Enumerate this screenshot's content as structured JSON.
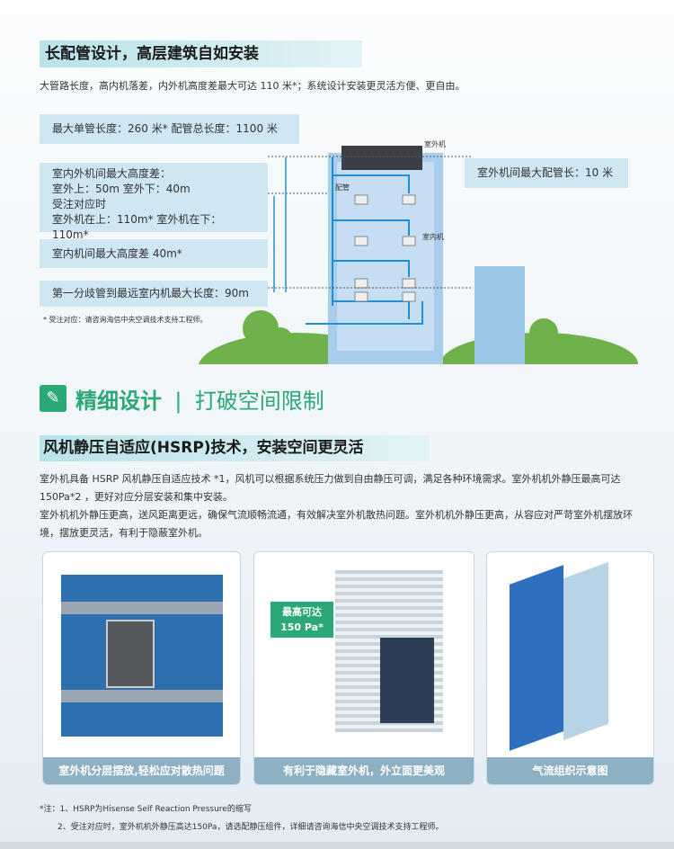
{
  "section1": {
    "title": "长配管设计，高层建筑自如安装",
    "intro": "大管路长度，高内机落差，内外机高度差最大可达 110 米*；系统设计安装更灵活方便、更自由。",
    "callouts": {
      "pipe_length": "最大单管长度：260 米*  配管总长度：1100 米",
      "height_title": "室内外机间最大高度差：",
      "height_line1": "室外上：50m    室外下：40m",
      "height_line2": "受注对应时",
      "height_line3": "室外机在上：110m*   室外机在下：110m*",
      "indoor_height": "室内机间最大高度差 40m*",
      "branch_length": "第一分歧管到最远室内机最大长度：90m",
      "outdoor_pipe": "室外机间最大配管长：10 米"
    },
    "diagram_labels": {
      "outdoor_unit": "室外机",
      "piping": "配管",
      "indoor_unit": "室内机"
    },
    "footnote": "* 受注对应：请咨询海信中央空调技术支持工程师。"
  },
  "section2": {
    "heading": "精细设计",
    "heading_sep": "|",
    "heading_sub": "打破空间限制",
    "subtitle": "风机静压自适应(HSRP)技术，安装空间更灵活",
    "para1": "室外机具备 HSRP 风机静压自适应技术 *1，风机可以根据系统压力做到自由静压可调，满足各种环境需求。室外机机外静压最高可达 150Pa*2 ，更好对应分层安装和集中安装。",
    "para2": "室外机机外静压更高，送风距离更远，确保气流顺畅流通，有效解决室外机散热问题。室外机机外静压更高，从容应对严苛室外机摆放环境，摆放更灵活，有利于隐蔽室外机。",
    "cards": [
      {
        "caption": "室外机分层摆放,轻松应对散热问题"
      },
      {
        "caption": "有利于隐藏室外机，外立面更美观",
        "badge_line1": "最高可达",
        "badge_line2": "150 Pa*"
      },
      {
        "caption": "气流组织示意图"
      }
    ],
    "notes": [
      "*注：1、HSRP为Hisense  Self Reaction Pressure的缩写",
      "2、受注对应时，室外机机外静压高达150Pa，请选配静压组件，详细请咨询海信中央空调技术支持工程师。"
    ]
  },
  "colors": {
    "accent_green": "#2aa876",
    "callout_bg": "#cfe6f3",
    "caption_bg": "#8db0c2"
  }
}
